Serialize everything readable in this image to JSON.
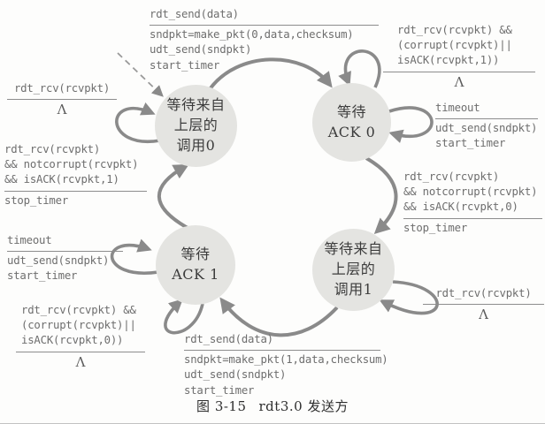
{
  "caption": {
    "prefix": "图 3-15",
    "title": "rdt3.0 发送方"
  },
  "states": {
    "wait_call_0": [
      "等待来自",
      "上层的",
      "调用0"
    ],
    "wait_ack_0": [
      "等待",
      "ACK 0"
    ],
    "wait_ack_1": [
      "等待",
      "ACK 1"
    ],
    "wait_call_1": [
      "等待来自",
      "上层的",
      "调用1"
    ]
  },
  "transitions": {
    "send_0": {
      "event": "rdt_send(data)",
      "actions": [
        "sndpkt=make_pkt(0,data,checksum)",
        "udt_send(sndpkt)",
        "start_timer"
      ]
    },
    "corrupt_ack_0": {
      "event_lines": [
        "rdt_rcv(rcvpkt) &&",
        "(corrupt(rcvpkt)||",
        "isACK(rcvpkt,1))"
      ],
      "action": "Λ"
    },
    "timeout_wait_ack_0": {
      "event": "timeout",
      "actions": [
        "udt_send(sndpkt)",
        "start_timer"
      ]
    },
    "ack0_ok": {
      "event_lines": [
        "rdt_rcv(rcvpkt)",
        "&& notcorrupt(rcvpkt)",
        "&& isACK(rcvpkt,0)"
      ],
      "action": "stop_timer"
    },
    "ignore_rcv_call_0": {
      "event": "rdt_rcv(rcvpkt)",
      "action": "Λ"
    },
    "ack1_ok": {
      "event_lines": [
        "rdt_rcv(rcvpkt)",
        "&& notcorrupt(rcvpkt)",
        "&& isACK(rcvpkt,1)"
      ],
      "action": "stop_timer"
    },
    "timeout_wait_ack_1": {
      "event": "timeout",
      "actions": [
        "udt_send(sndpkt)",
        "start_timer"
      ]
    },
    "corrupt_ack_1": {
      "event_lines": [
        "rdt_rcv(rcvpkt) &&",
        "(corrupt(rcvpkt)||",
        "isACK(rcvpkt,0))"
      ],
      "action": "Λ"
    },
    "send_1": {
      "event": "rdt_send(data)",
      "actions": [
        "sndpkt=make_pkt(1,data,checksum)",
        "udt_send(sndpkt)",
        "start_timer"
      ]
    },
    "ignore_rcv_call_1": {
      "event": "rdt_rcv(rcvpkt)",
      "action": "Λ"
    }
  },
  "colors": {
    "state_fill": "#e4e4e1",
    "arrow": "#8a8a8a",
    "code_text": "#6e6e6e",
    "state_text": "#3c3c3c"
  }
}
